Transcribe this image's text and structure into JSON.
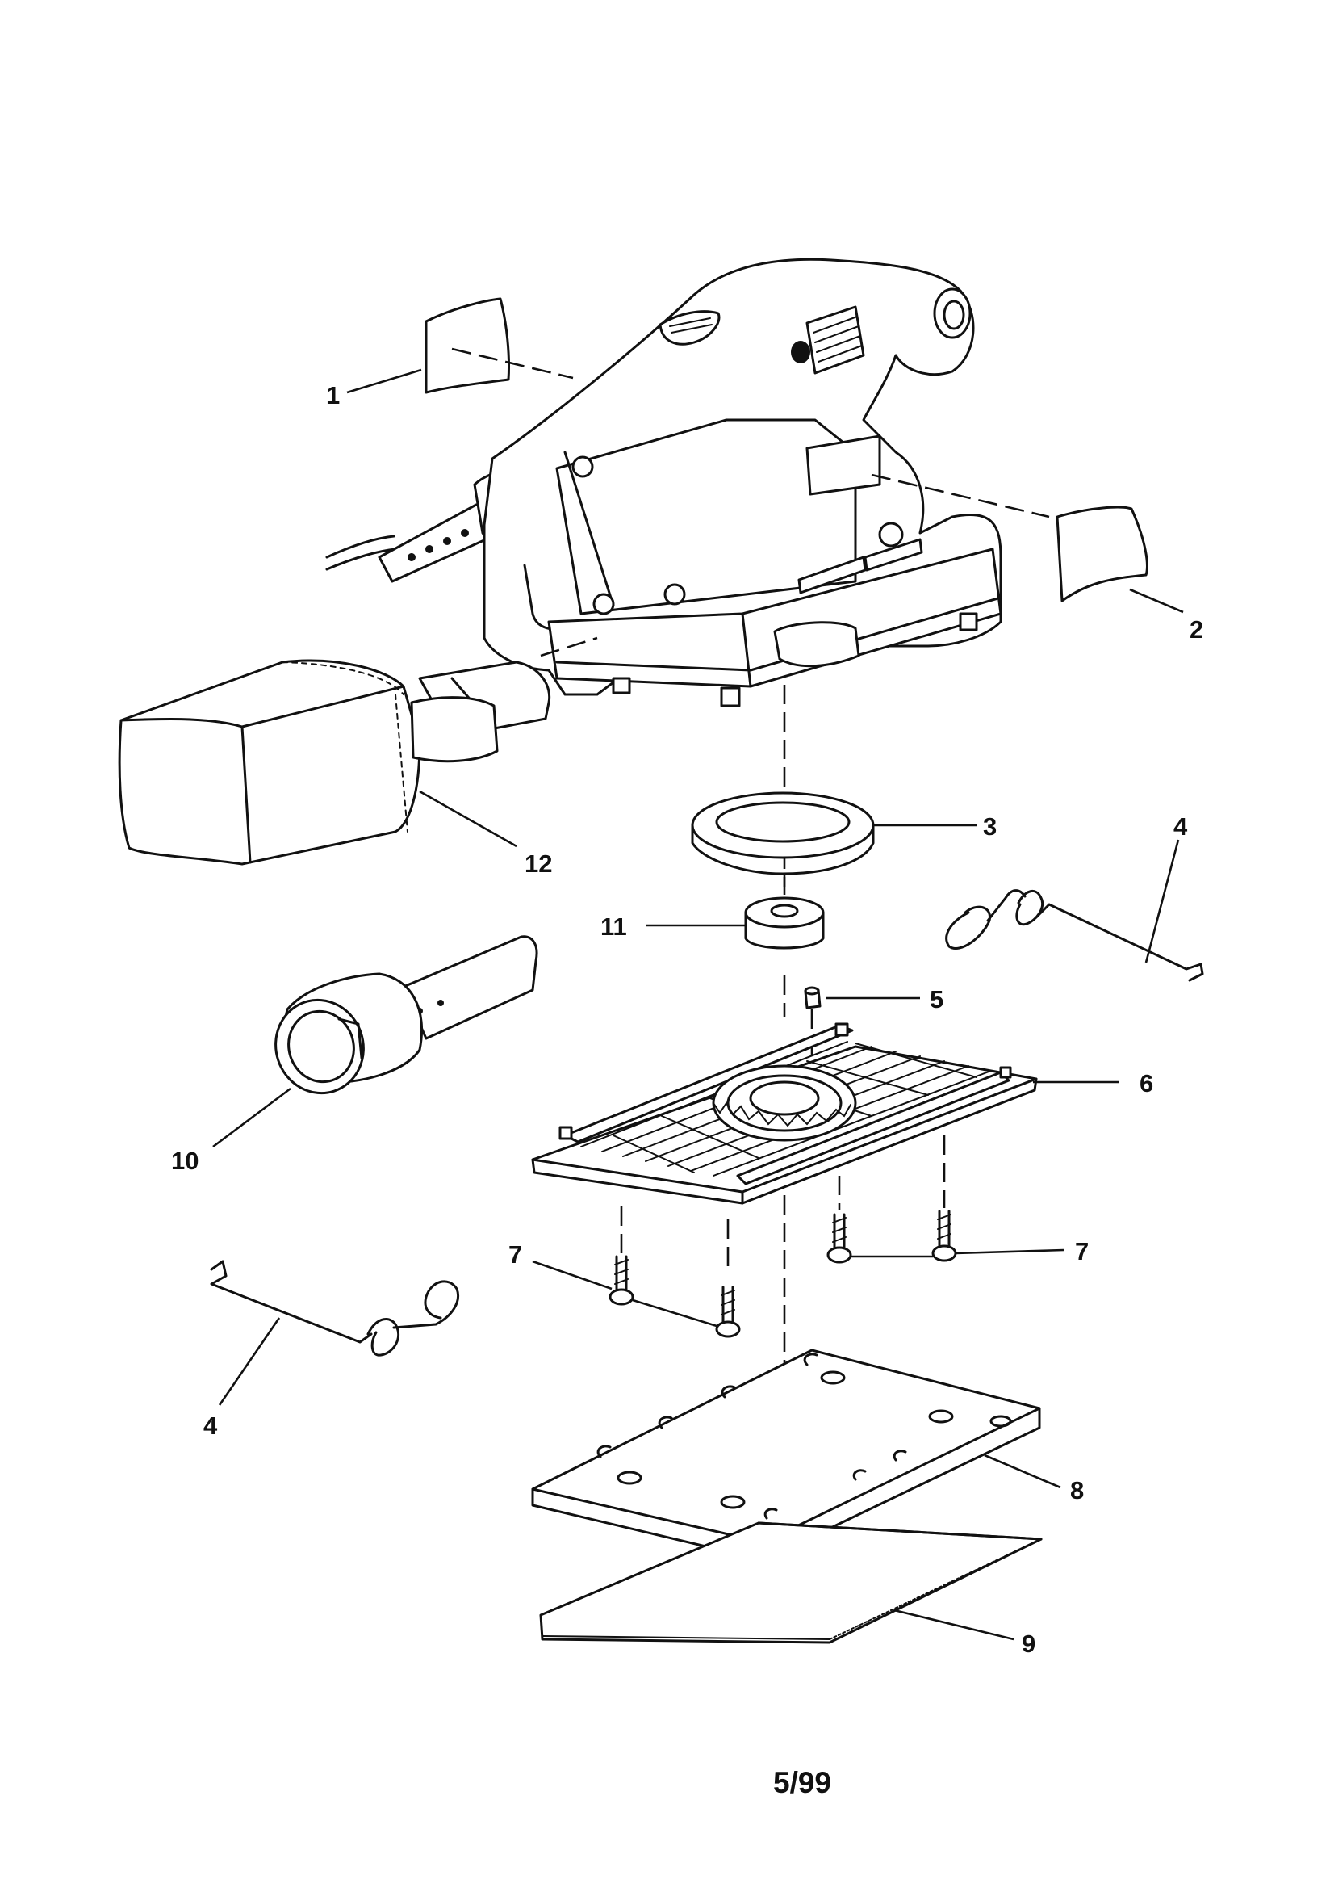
{
  "diagram": {
    "labels": {
      "p1": "1",
      "p2": "2",
      "p3": "3",
      "p4a": "4",
      "p4b": "4",
      "p5": "5",
      "p6": "6",
      "p7a": "7",
      "p7b": "7",
      "p8": "8",
      "p9": "9",
      "p10": "10",
      "p11": "11",
      "p12": "12"
    },
    "date_code": "5/99"
  }
}
